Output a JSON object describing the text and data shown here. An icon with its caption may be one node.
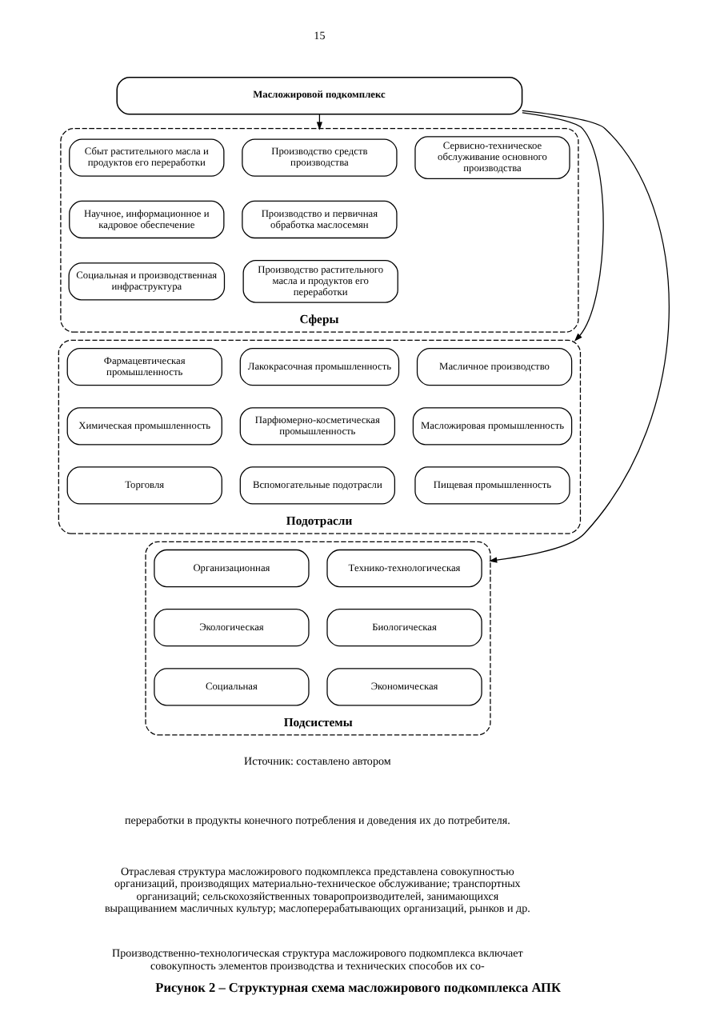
{
  "diagram": {
    "caption": "Рисунок 2 – Структурная схема масложирового подкомплекса АПК",
    "nodes": [
      {
        "text": [
          "Масложировой подкомплекс"
        ]
      },
      {
        "text": [
          "Сферы"
        ]
      },
      {
        "text": [
          "Производство средств производства"
        ],
        "in": 1
      },
      {
        "text": [
          "Производство и первичная обработка маслосемян"
        ],
        "in": 1
      },
      {
        "text": [
          "Производство растительного масла и продуктов его переработки"
        ],
        "in": 1
      },
      {
        "text": [
          "Сервисно-техническое обслуживание основного производства"
        ],
        "in": 1
      },
      {
        "text": [
          "Сбыт растительного масла и продуктов его переработки"
        ],
        "in": 1
      },
      {
        "text": [
          "Научное, информационное и кадровое обеспечение"
        ],
        "in": 1
      },
      {
        "text": [
          "Социальная и производственная инфраструктура"
        ],
        "in": 1
      },
      {
        "text": [
          "Подотрасли"
        ]
      },
      {
        "text": [
          "Масличное производство"
        ],
        "in": 9
      },
      {
        "text": [
          "Масложировая промышленность"
        ],
        "in": 9
      },
      {
        "text": [
          "Пищевая промышленность"
        ],
        "in": 9
      },
      {
        "text": [
          "Лакокрасочная промышленность"
        ],
        "in": 9
      },
      {
        "text": [
          "Парфюмерно-косметическая промышленность"
        ],
        "in": 9
      },
      {
        "text": [
          "Вспомогательные подотрасли"
        ],
        "in": 9
      },
      {
        "text": [
          "Фармацевтическая промышленность"
        ],
        "in": 9
      },
      {
        "text": [
          "Химическая промышленность"
        ],
        "in": 9
      },
      {
        "text": [
          "Торговля"
        ],
        "in": 9
      },
      {
        "text": [
          "Подсистемы"
        ]
      },
      {
        "text": [
          "Технико-технологическая"
        ],
        "in": 19
      },
      {
        "text": [
          "Биологическая"
        ],
        "in": 19
      },
      {
        "text": [
          "Экономическая"
        ],
        "in": 19
      },
      {
        "text": [
          "Организационная"
        ],
        "in": 19
      },
      {
        "text": [
          "Экологическая"
        ],
        "in": 19
      },
      {
        "text": [
          "Социальная"
        ],
        "in": 19
      }
    ],
    "edges": [
      {
        "from": 0,
        "to": 1,
        "arrow": "to"
      },
      {
        "from": 0,
        "to": 9,
        "arrow": "to"
      },
      {
        "from": 0,
        "to": 19,
        "arrow": "to"
      }
    ],
    "labels": [
      "15",
      "Источник: составлено автором",
      "переработки в продукты конечного потребления и доведения их до потребителя.",
      "Отраслевая структура масложирового подкомплекса представлена совокупностью организаций, производящих материально-техническое обслуживание; транспортных организаций; сельскохозяйственных товаропроизводителей, занимающихся выращиванием масличных культур; маслоперерабатывающих организаций, рынков и др.",
      "Производственно-технологическая структура масложирового подкомплекса включает совокупность элементов производства и технических способов их со-"
    ]
  }
}
